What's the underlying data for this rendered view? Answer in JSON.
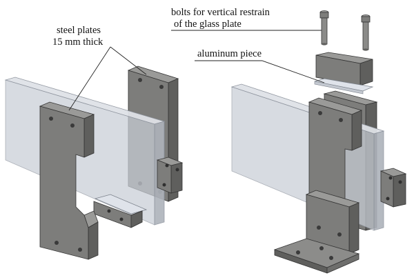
{
  "labels": {
    "steel_plates_line1": "steel plates",
    "steel_plates_line2": "15 mm thick",
    "bolts_line1": "bolts for vertical restrain",
    "bolts_line2": "of the glass plate",
    "aluminum": "aluminum piece"
  },
  "colors": {
    "steel_face": "#7d7d7b",
    "steel_side": "#5f5f5d",
    "steel_top": "#9a9a98",
    "glass": "#c9ced6",
    "glass_edge": "#9aa0aa",
    "aluminum": "#dfe3ea",
    "line": "#222222"
  }
}
